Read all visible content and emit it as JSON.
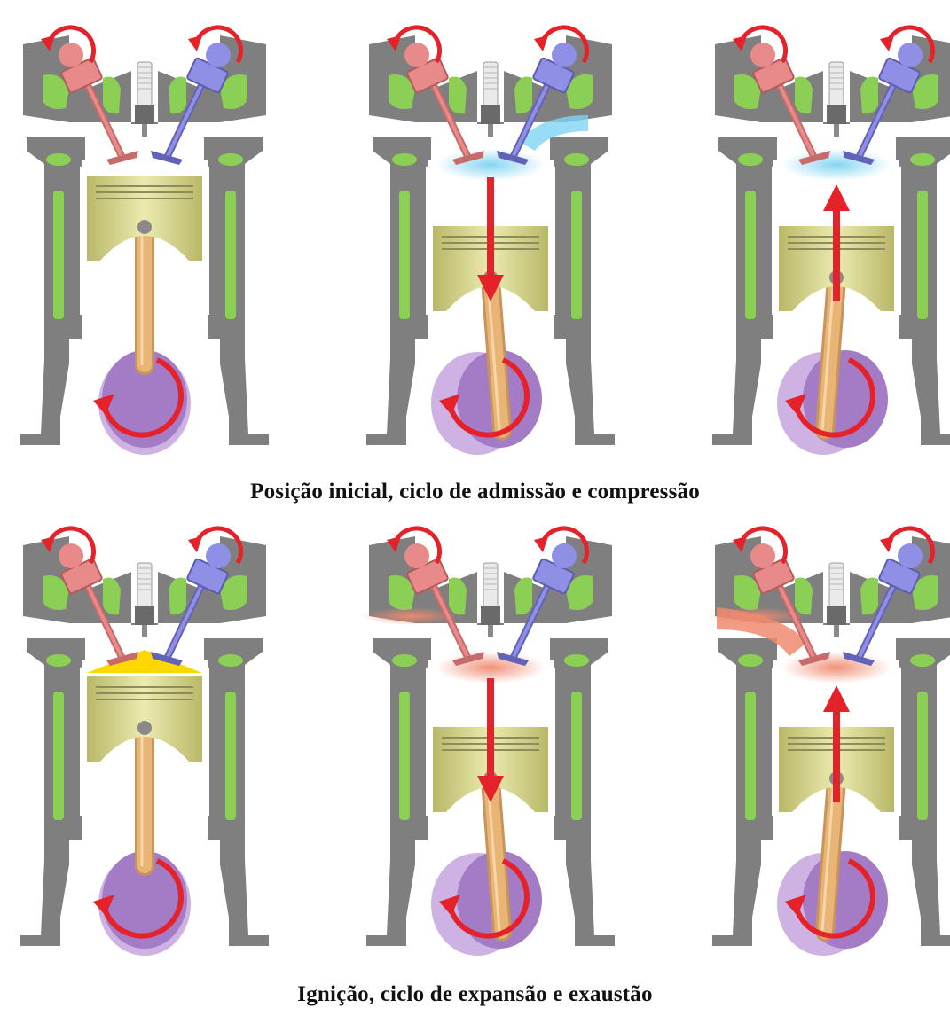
{
  "captions": {
    "top": "Posição inicial, ciclo de admissão e compressão",
    "bottom": "Ignição, ciclo de expansão e exaustão"
  },
  "panels": [
    {
      "id": "initial-position",
      "piston": "top",
      "arrow": "none",
      "crank_angle": 0,
      "chamber": "none",
      "intake_flow": false,
      "exhaust_flow": false
    },
    {
      "id": "intake-stroke",
      "piston": "bottom",
      "arrow": "down",
      "crank_angle": 160,
      "chamber": "intake-mix",
      "intake_flow": true,
      "exhaust_flow": false
    },
    {
      "id": "compression-stroke",
      "piston": "bottom",
      "arrow": "up",
      "crank_angle": 200,
      "chamber": "intake-mix",
      "intake_flow": false,
      "exhaust_flow": false
    },
    {
      "id": "ignition",
      "piston": "top",
      "arrow": "none",
      "crank_angle": 0,
      "chamber": "ignition",
      "intake_flow": false,
      "exhaust_flow": false
    },
    {
      "id": "expansion-stroke",
      "piston": "bottom",
      "arrow": "down",
      "crank_angle": 160,
      "chamber": "exhaust-gas",
      "intake_flow": false,
      "exhaust_flow": false
    },
    {
      "id": "exhaust-stroke",
      "piston": "bottom",
      "arrow": "up",
      "crank_angle": 200,
      "chamber": "exhaust-gas",
      "intake_flow": false,
      "exhaust_flow": true
    }
  ],
  "colors": {
    "block": "#7f7f7f",
    "block_dark": "#5e5e5e",
    "coolant": "#8ccf55",
    "piston": "#d9d98c",
    "piston_shade": "#b9b868",
    "rod": "#e9b577",
    "crank": "#a47cc6",
    "crank_light": "#c6a4de",
    "intake_valve": "#8f8fe6",
    "exhaust_valve": "#e88a8a",
    "arrow": "#e5212a",
    "intake_mix": "#7fd3f2",
    "ignition": "#ffd700",
    "exhaust_gas": "#f08a70",
    "spark_plug": "#eaeaea"
  }
}
